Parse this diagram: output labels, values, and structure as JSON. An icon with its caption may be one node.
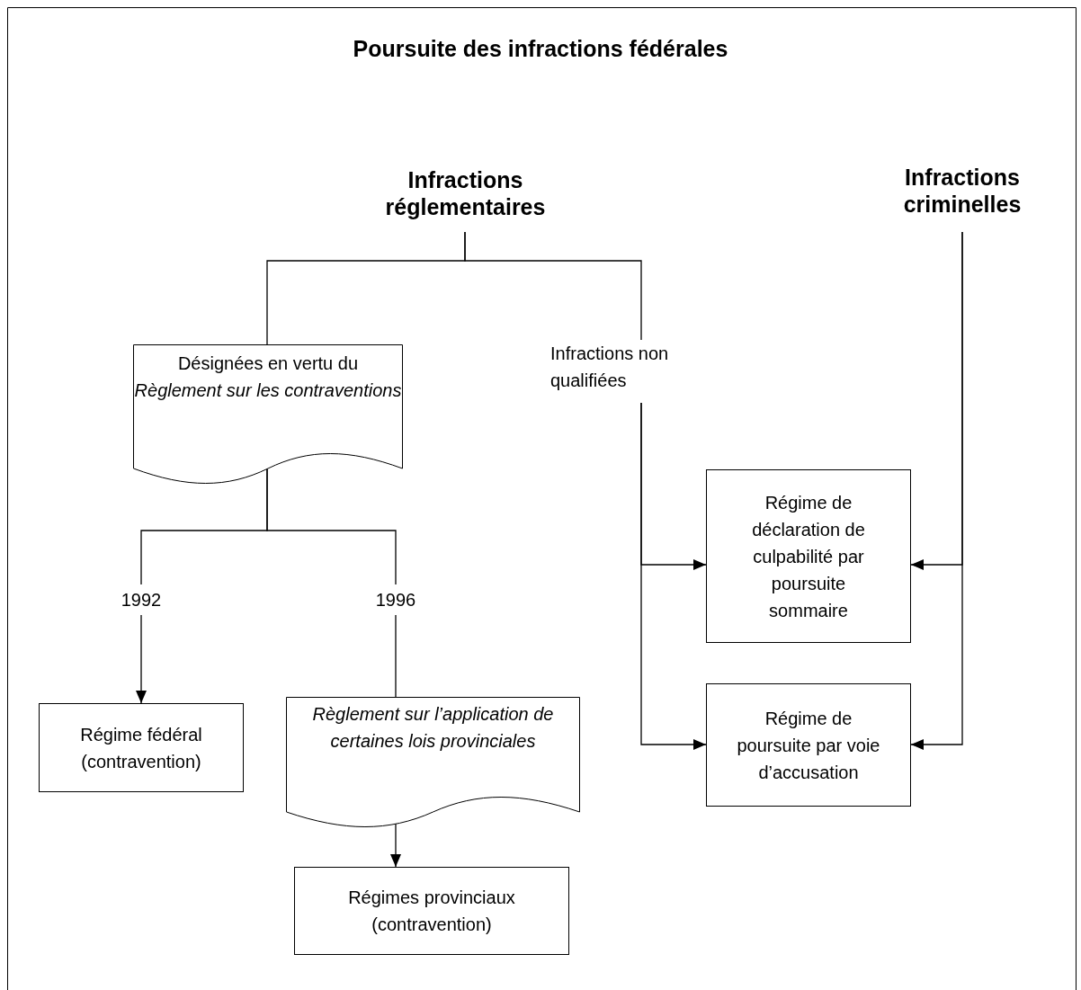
{
  "diagram": {
    "title": "Poursuite des infractions fédérales",
    "nodes": [
      {
        "text": [
          "Infractions réglementaires"
        ]
      },
      {
        "text": [
          "Infractions criminelles"
        ]
      },
      {
        "text": [
          "Désignées en vertu du *Règlement sur les contraventions*"
        ]
      },
      {
        "text": [
          "Infractions non qualifiées"
        ]
      },
      {
        "text": [
          "1992"
        ]
      },
      {
        "text": [
          "1996"
        ]
      },
      {
        "text": [
          "Régime de déclaration de culpabilité par poursuite sommaire"
        ]
      },
      {
        "text": [
          "Régime de poursuite par voie d’accusation"
        ]
      },
      {
        "text": [
          "Régime fédéral (contravention)"
        ]
      },
      {
        "text": [
          "Règlement sur l’application de certaines lois provinciales"
        ]
      },
      {
        "text": [
          "Régimes provinciaux (contravention)"
        ]
      }
    ],
    "edges": [
      {
        "from": 0,
        "to": 2,
        "arrow": "none"
      },
      {
        "from": 0,
        "to": 3,
        "arrow": "none"
      },
      {
        "from": 2,
        "to": 4,
        "arrow": "none"
      },
      {
        "from": 2,
        "to": 5,
        "arrow": "none"
      },
      {
        "from": 4,
        "to": 8,
        "arrow": "to"
      },
      {
        "from": 5,
        "to": 9,
        "arrow": "none"
      },
      {
        "from": 9,
        "to": 10,
        "arrow": "to"
      },
      {
        "from": 3,
        "to": 6,
        "arrow": "to"
      },
      {
        "from": 3,
        "to": 7,
        "arrow": "to"
      },
      {
        "from": 1,
        "to": 6,
        "arrow": "to"
      },
      {
        "from": 1,
        "to": 7,
        "arrow": "to"
      }
    ]
  }
}
